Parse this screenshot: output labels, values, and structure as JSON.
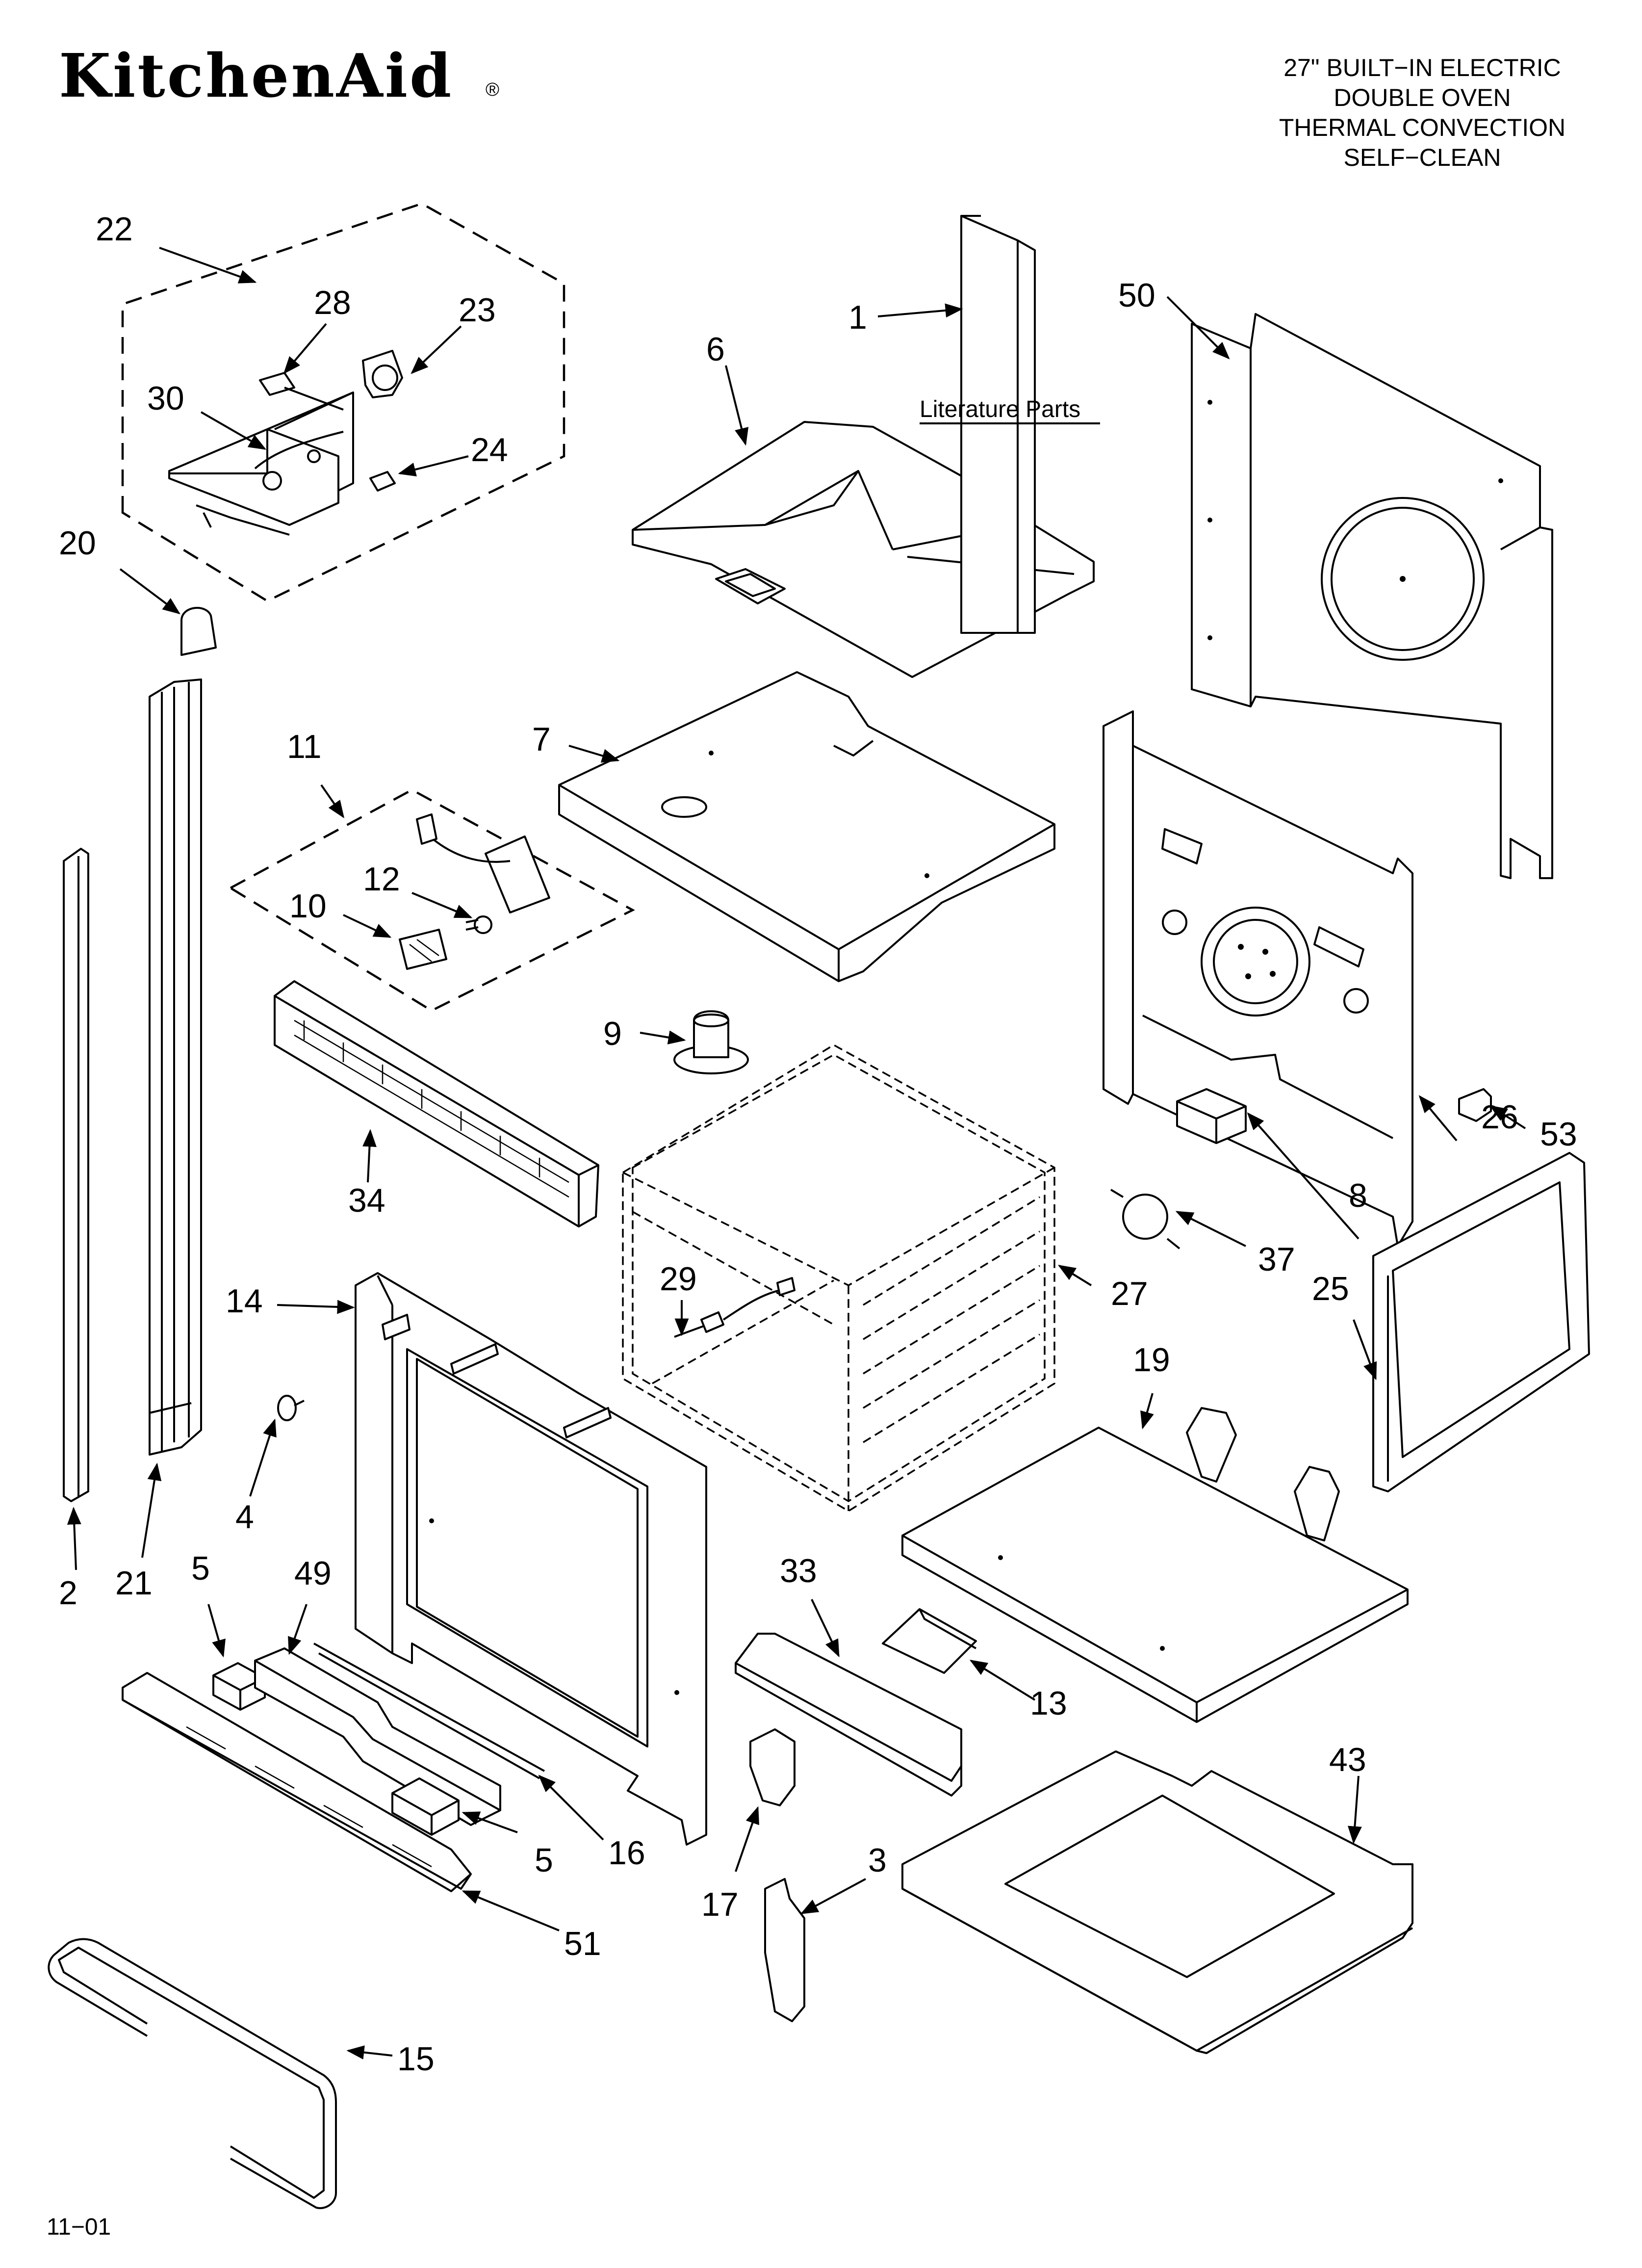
{
  "brand": {
    "logo_text": "KitchenAid",
    "registered": "®"
  },
  "header": {
    "lines": [
      "27\" BUILT−IN ELECTRIC",
      "DOUBLE OVEN",
      "THERMAL CONVECTION",
      "SELF−CLEAN"
    ]
  },
  "literature_label": "Literature Parts",
  "footer_code": "11−01",
  "callouts": {
    "c1": "1",
    "c2": "2",
    "c3": "3",
    "c4": "4",
    "c5a": "5",
    "c5b": "5",
    "c6": "6",
    "c7": "7",
    "c8": "8",
    "c9": "9",
    "c10": "10",
    "c11": "11",
    "c12": "12",
    "c13": "13",
    "c14": "14",
    "c15": "15",
    "c16": "16",
    "c17": "17",
    "c19": "19",
    "c20": "20",
    "c21": "21",
    "c22": "22",
    "c23": "23",
    "c24": "24",
    "c25": "25",
    "c26": "26",
    "c27": "27",
    "c28": "28",
    "c29": "29",
    "c30": "30",
    "c33": "33",
    "c34": "34",
    "c37": "37",
    "c43": "43",
    "c49": "49",
    "c50": "50",
    "c51": "51",
    "c53": "53"
  }
}
